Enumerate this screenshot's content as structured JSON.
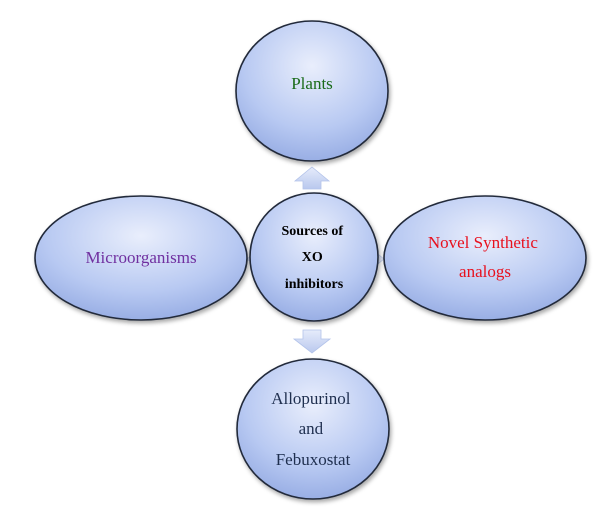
{
  "diagram": {
    "center": {
      "lines": [
        "Sources of",
        "XO",
        "inhibitors"
      ],
      "color": "#000000"
    },
    "nodes": [
      {
        "id": "plants",
        "lines": [
          "Plants"
        ],
        "color": "#1a6b1a"
      },
      {
        "id": "microorganisms",
        "lines": [
          "Microorganisms"
        ],
        "color": "#7030a0"
      },
      {
        "id": "novel-synthetic",
        "lines": [
          "Novel Synthetic",
          "analogs"
        ],
        "color": "#e8101e"
      },
      {
        "id": "allopurinol-febuxostat",
        "lines": [
          "Allopurinol",
          "and",
          "Febuxostat"
        ],
        "color": "#1f2f4f"
      }
    ],
    "colors": {
      "bubble_light": "#e9eefc",
      "bubble_mid": "#b8c9f2",
      "bubble_dark": "#8fa6e0",
      "outline": "#222a3a",
      "arrow": "#c9d6f2",
      "arrow_edge": "#aebee6"
    }
  }
}
